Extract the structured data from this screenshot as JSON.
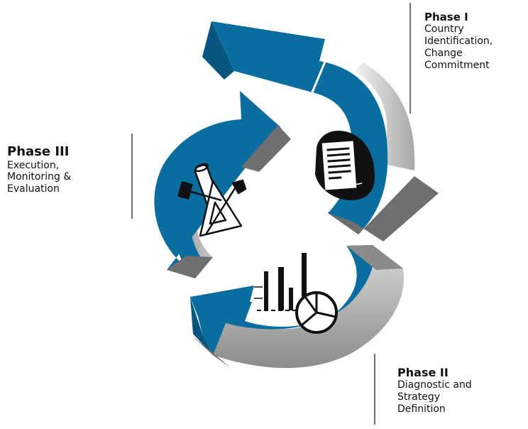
{
  "phases": [
    {
      "title": "Phase I",
      "description": "Country\nIdentification,\nChange\nCommitment"
    },
    {
      "title": "Phase II",
      "description": "Diagnostic and\nStrategy\nDefinition"
    },
    {
      "title": "Phase III",
      "description": "Execution,\nMonitoring &\nEvaluation"
    }
  ],
  "colors": {
    "arrow_blue": "#0a6d9f",
    "arrow_blue_dark": "#075680",
    "arrow_grey_side": "#9a9a9a",
    "arrow_grey_end": "#6f6f6f",
    "leader_line": "#222222",
    "icon_fill": "#111111"
  },
  "icons": [
    "document-icon",
    "tools-icon",
    "bar-chart-icon",
    "pie-chart-icon"
  ]
}
